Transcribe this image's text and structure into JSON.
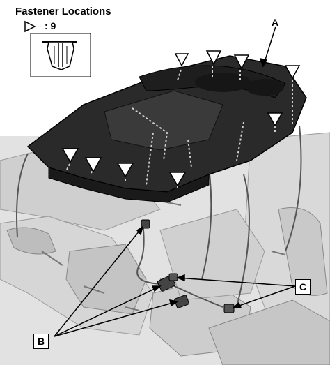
{
  "header": {
    "title": "Fastener Locations",
    "count_label": ": 9"
  },
  "callouts": {
    "a": "A",
    "b": "B",
    "c": "C"
  },
  "icons": {
    "fastener_marker": "fastener-triangle-icon",
    "clip_detail": "clip-detail-icon"
  },
  "colors": {
    "console_body": "#2a2a2a",
    "background_parts": "#d4d4d4",
    "outline": "#000000",
    "fastener_trace": "#c8c8c8"
  }
}
